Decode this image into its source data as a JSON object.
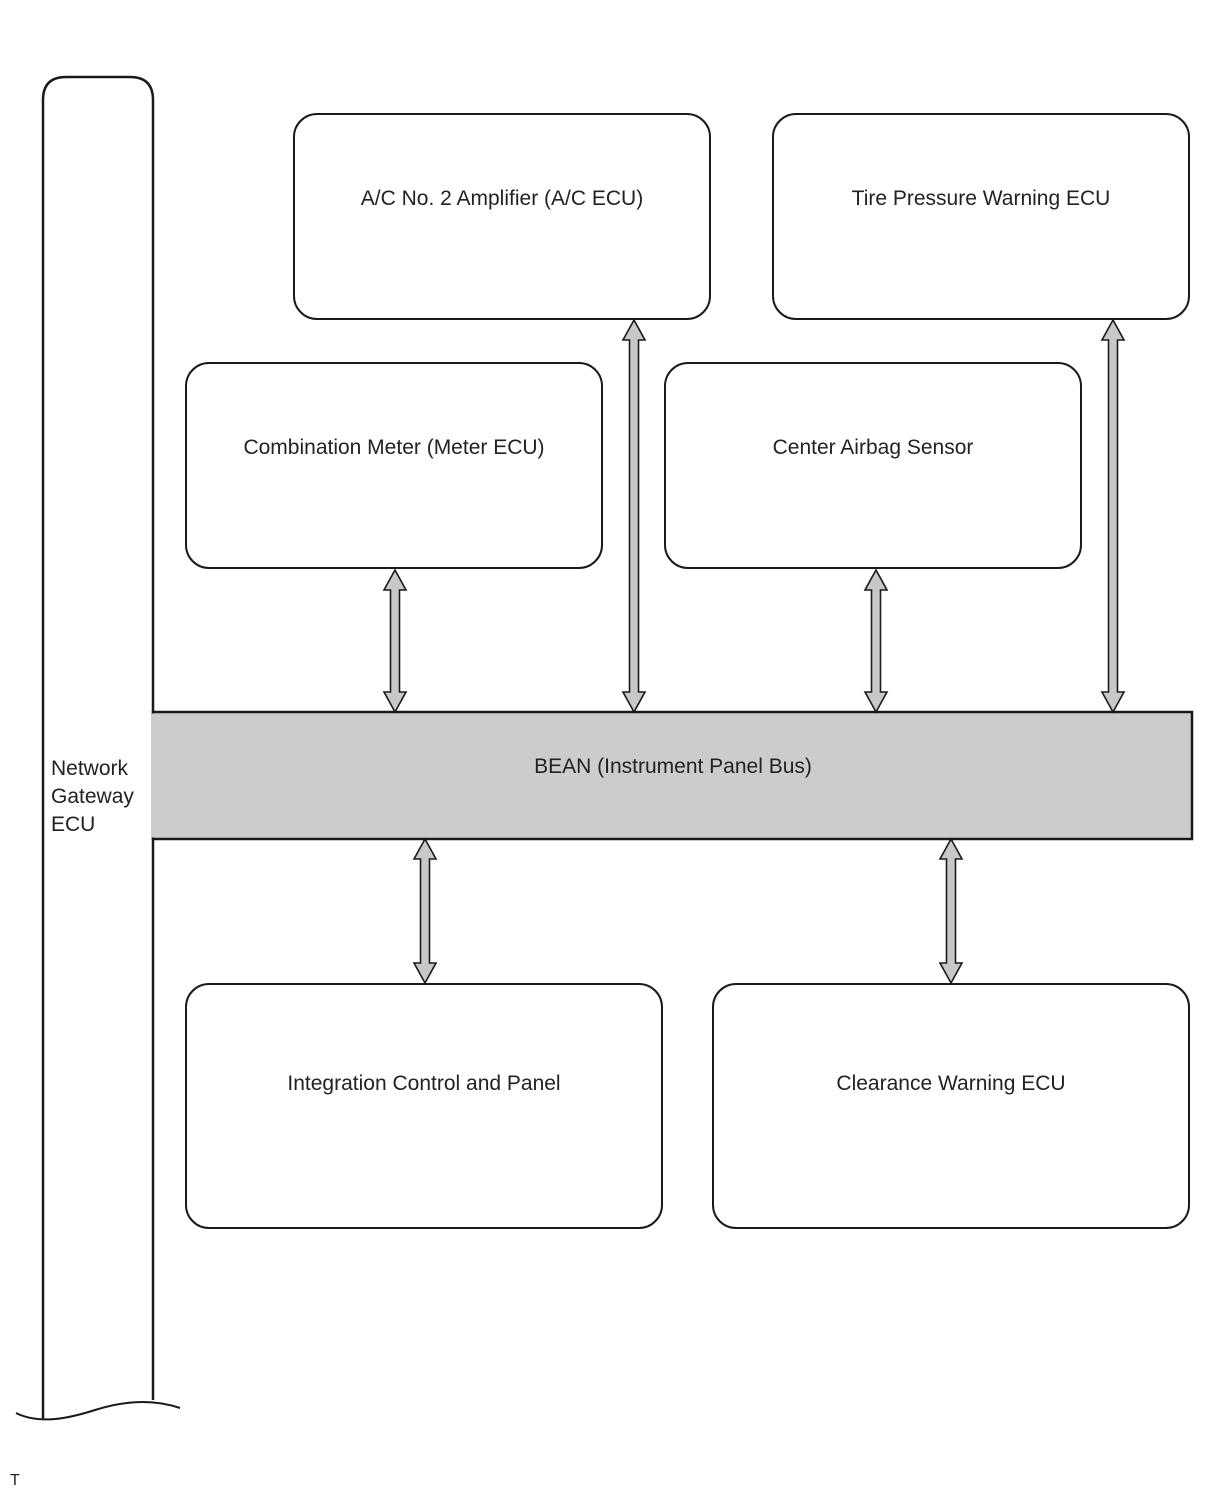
{
  "gateway": {
    "label_lines": [
      "Network",
      "Gateway",
      "ECU"
    ]
  },
  "bus": {
    "label": "BEAN (Instrument Panel Bus)",
    "fill_color": "#cccccc"
  },
  "nodes": {
    "ac_amplifier": "A/C No. 2 Amplifier (A/C ECU)",
    "tire_pressure": "Tire Pressure Warning ECU",
    "combination_meter": "Combination Meter (Meter ECU)",
    "center_airbag": "Center Airbag Sensor",
    "integration_control": "Integration Control and Panel",
    "clearance_warning": "Clearance Warning ECU"
  },
  "connector_color": "#c8c8c8",
  "footer": "T"
}
